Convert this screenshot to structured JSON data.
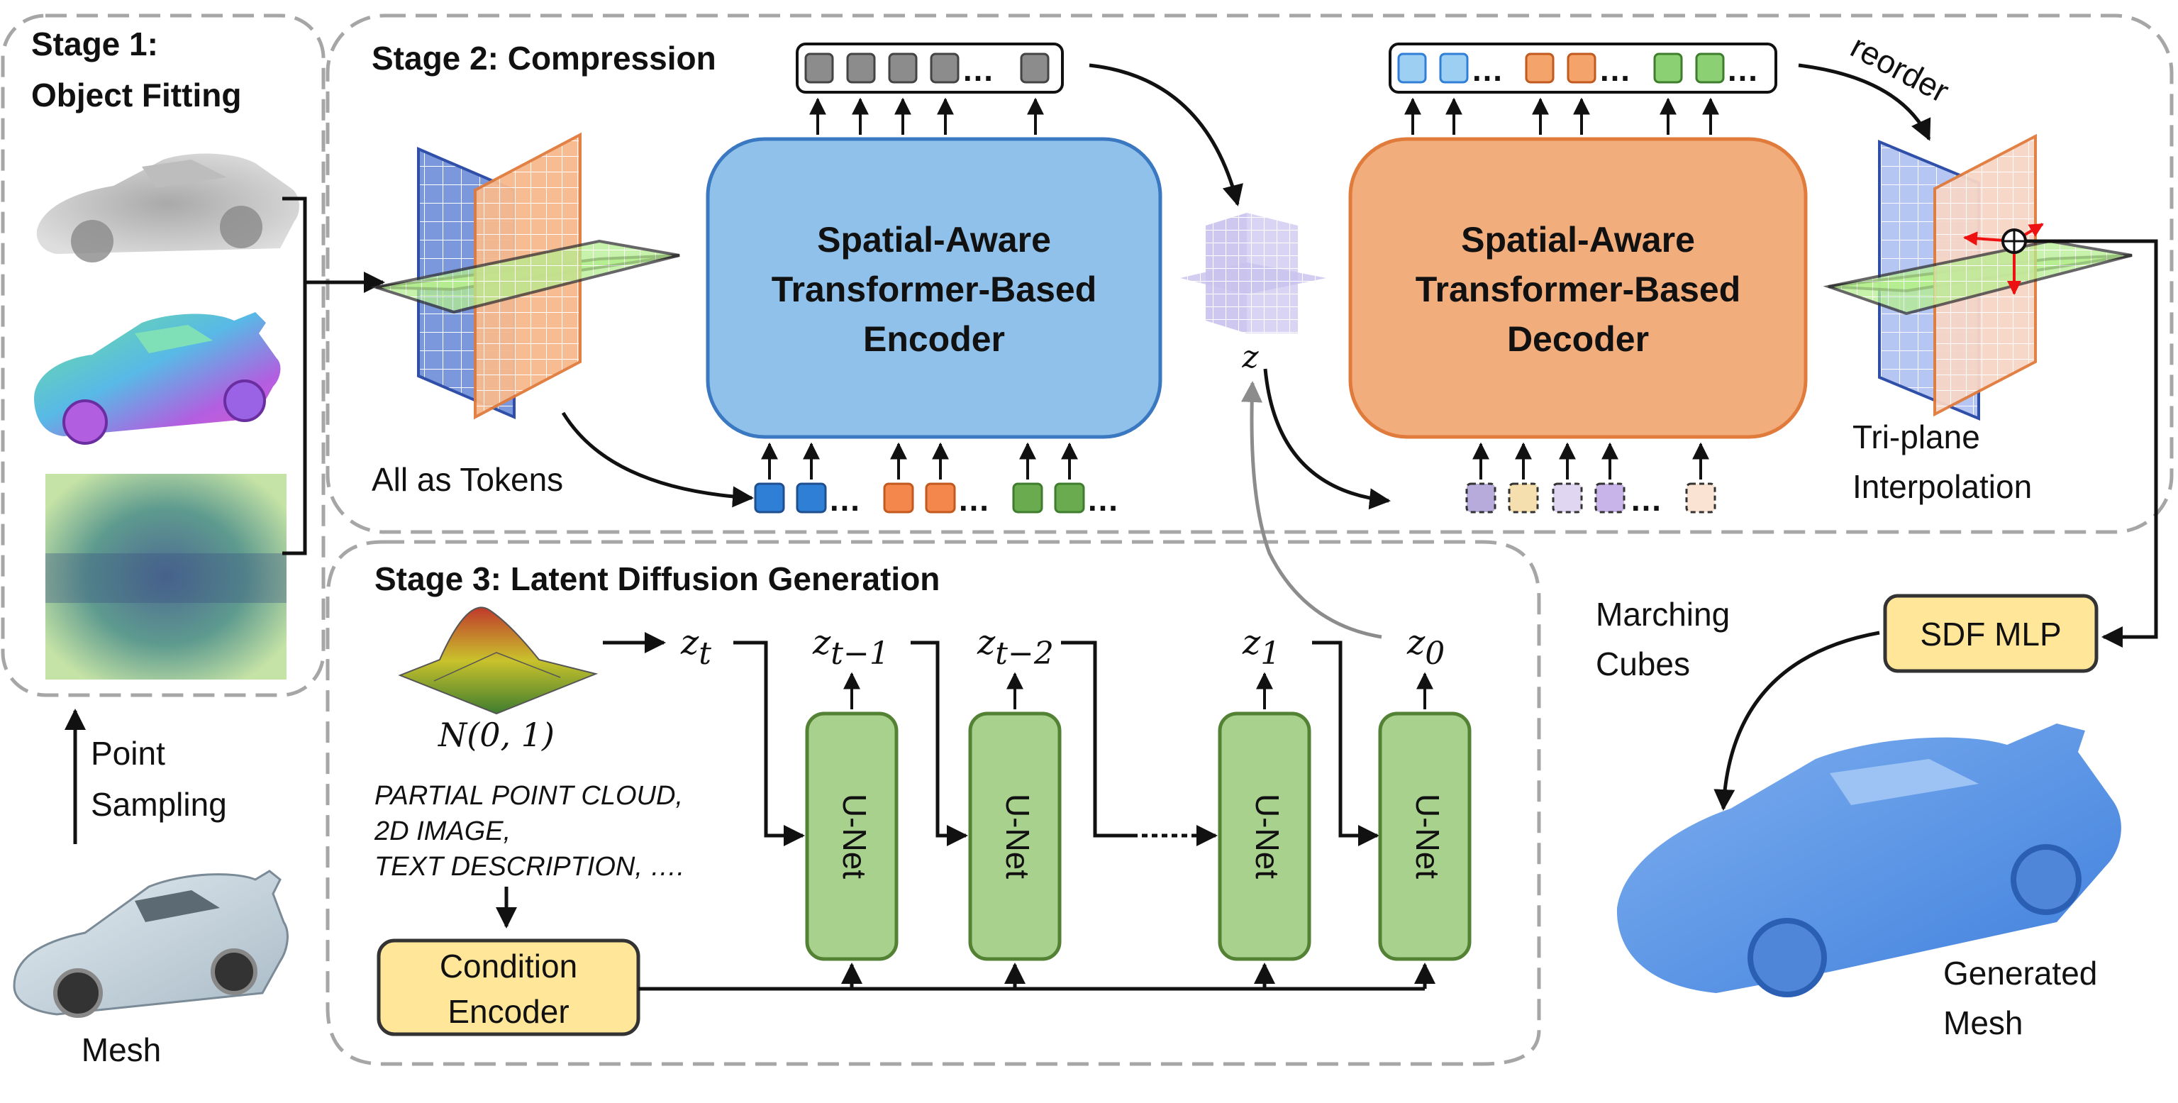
{
  "stage1": {
    "title_line1": "Stage 1:",
    "title_line2": "Object Fitting"
  },
  "stage2": {
    "title": "Stage 2: Compression"
  },
  "stage3": {
    "title": "Stage 3: Latent Diffusion Generation"
  },
  "encoder": {
    "line1": "Spatial-Aware",
    "line2": "Transformer-Based",
    "line3": "Encoder"
  },
  "decoder": {
    "line1": "Spatial-Aware",
    "line2": "Transformer-Based",
    "line3": "Decoder"
  },
  "labels": {
    "all_as_tokens": "All as Tokens",
    "z": "z",
    "reorder": "reorder",
    "triplane_line1": "Tri-plane",
    "triplane_line2": "Interpolation",
    "point_sampling_line1": "Point",
    "point_sampling_line2": "Sampling",
    "mesh": "Mesh",
    "marching_line1": "Marching",
    "marching_line2": "Cubes",
    "generated_line1": "Generated",
    "generated_line2": "Mesh",
    "sdf_mlp": "SDF MLP",
    "noise": "N(0, 1)",
    "ellipsis": "…",
    "condition_line1": "Condition",
    "condition_line2": "Encoder",
    "conditions": [
      "PARTIAL POINT CLOUD,",
      "2D IMAGE,",
      "TEXT DESCRIPTION, …."
    ]
  },
  "diffusion": {
    "unet_label": "U-Net",
    "latents": [
      {
        "base": "z",
        "sub": "t"
      },
      {
        "base": "z",
        "sub": "t−1"
      },
      {
        "base": "z",
        "sub": "t−2"
      },
      {
        "base": "z",
        "sub": "1"
      },
      {
        "base": "z",
        "sub": "0"
      }
    ]
  },
  "colors": {
    "encoder_fill": "#8fc1ea",
    "encoder_stroke": "#3a78c2",
    "decoder_fill": "#f2ad7d",
    "decoder_stroke": "#e07b3c",
    "unet_fill": "#a9d18e",
    "unet_stroke": "#548235",
    "yellow_fill": "#ffe699",
    "yellow_stroke": "#333333",
    "token_blue": "#2f7fd6",
    "token_orange": "#f4874b",
    "token_green": "#6aab4f",
    "token_gray": "#8c8c8c",
    "dashed_border": "#a6a6a6",
    "gray_arrow": "#8c8c8c",
    "mesh_blue": "#5b92e0"
  },
  "icons": [
    "car-pointcloud-image",
    "car-normal-map-image",
    "point-cloud-volume-image",
    "car-mesh-image",
    "generated-car-image",
    "gaussian-surface-icon",
    "triplane-icon",
    "latent-cube-icon",
    "interpolation-point-icon"
  ]
}
